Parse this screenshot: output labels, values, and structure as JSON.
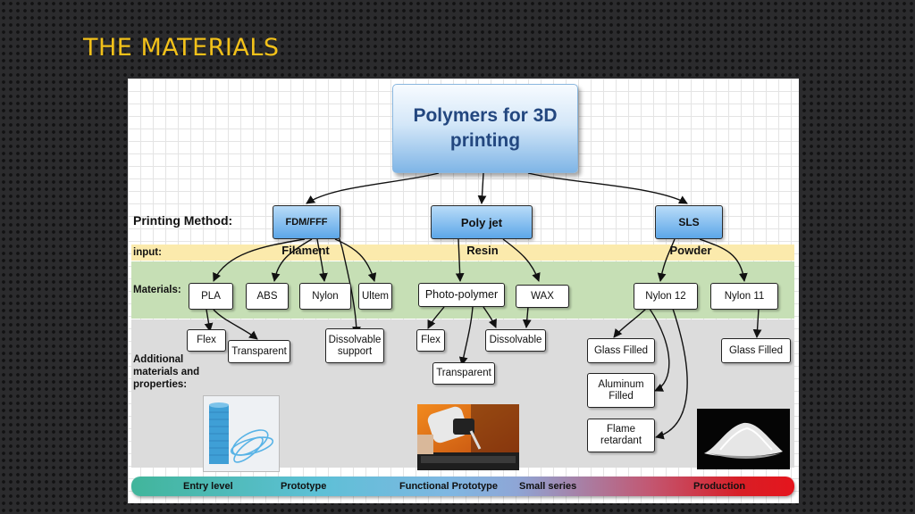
{
  "slide": {
    "title": "THE MATERIALS"
  },
  "diagram": {
    "root": {
      "line1": "Polymers for 3D",
      "line2": "printing"
    },
    "row_labels": {
      "method": "Printing Method:",
      "input": "input:",
      "materials": "Materials:",
      "additional_line1": "Additional",
      "additional_line2": "materials and",
      "additional_line3": "properties:"
    },
    "methods": {
      "fdm": "FDM/FFF",
      "polyjet": "Poly jet",
      "sls": "SLS"
    },
    "inputs": {
      "filament": "Filament",
      "resin": "Resin",
      "powder": "Powder"
    },
    "materials": {
      "pla": "PLA",
      "abs": "ABS",
      "nylon": "Nylon",
      "ultem": "Ultem",
      "photopolymer": "Photo-polymer",
      "wax": "WAX",
      "nylon12": "Nylon 12",
      "nylon11": "Nylon 11"
    },
    "additional": {
      "flex_fdm": "Flex",
      "transparent_fdm": "Transparent",
      "dissolvable_support_line1": "Dissolvable",
      "dissolvable_support_line2": "support",
      "flex_resin": "Flex",
      "dissolvable_resin": "Dissolvable",
      "transparent_resin": "Transparent",
      "glass_filled_12": "Glass Filled",
      "aluminum_filled_line1": "Aluminum",
      "aluminum_filled_line2": "Filled",
      "flame_retardant_line1": "Flame",
      "flame_retardant_line2": "retardant",
      "glass_filled_11": "Glass Filled"
    },
    "scale": [
      "Entry level",
      "Prototype",
      "Functional Prototype",
      "Small series",
      "Production"
    ],
    "photo_icons": [
      "filament-spool-photo",
      "resin-printer-photo",
      "powder-pile-photo"
    ]
  }
}
